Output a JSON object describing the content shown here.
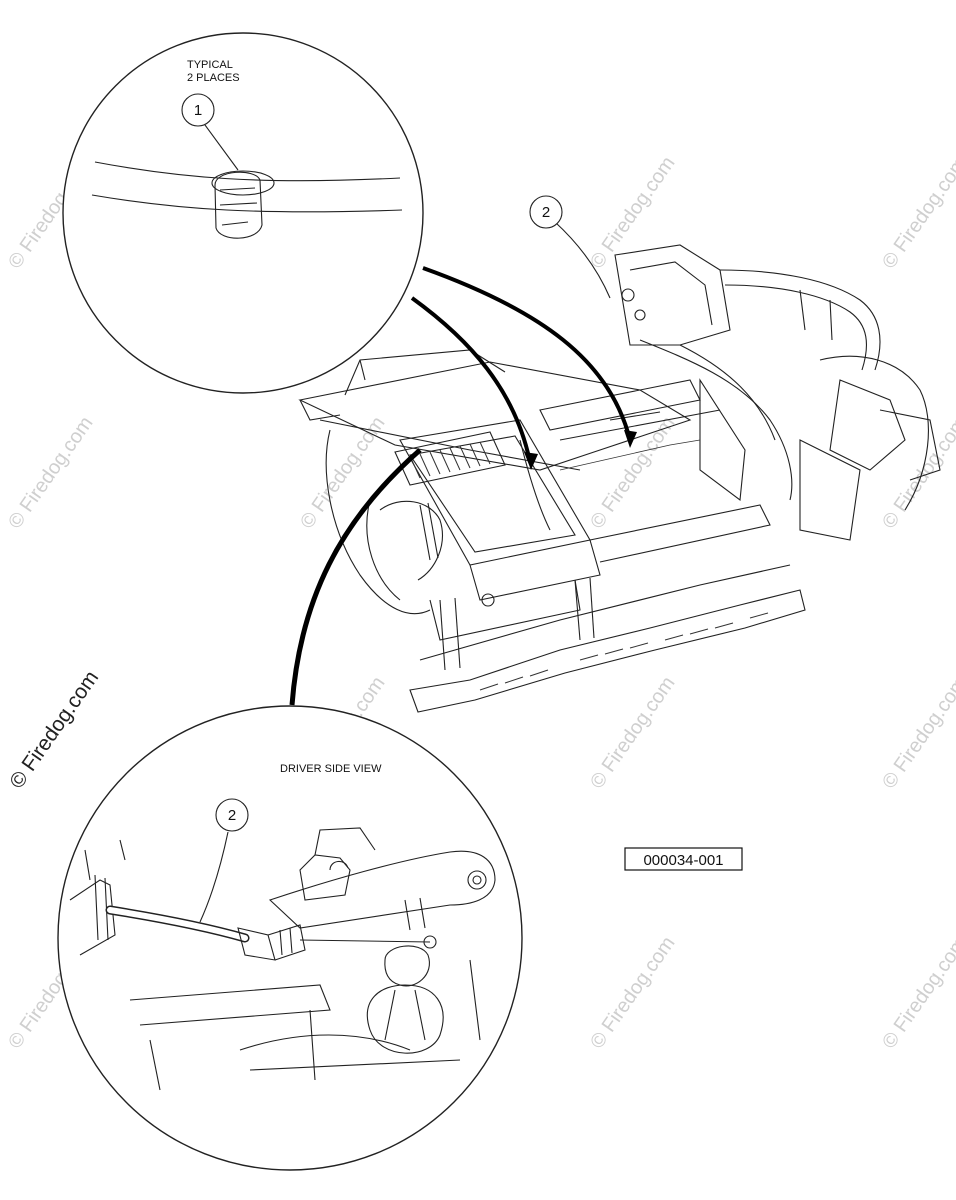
{
  "detail_top": {
    "note_line1": "TYPICAL",
    "note_line2": "2 PLACES",
    "callout": "1"
  },
  "main_view": {
    "callout": "2"
  },
  "detail_bottom": {
    "title": "DRIVER SIDE VIEW",
    "callout": "2"
  },
  "part_number": "000034-001",
  "watermarks": {
    "text": "© Firedog.com",
    "side_text": "© Firedog.com"
  }
}
